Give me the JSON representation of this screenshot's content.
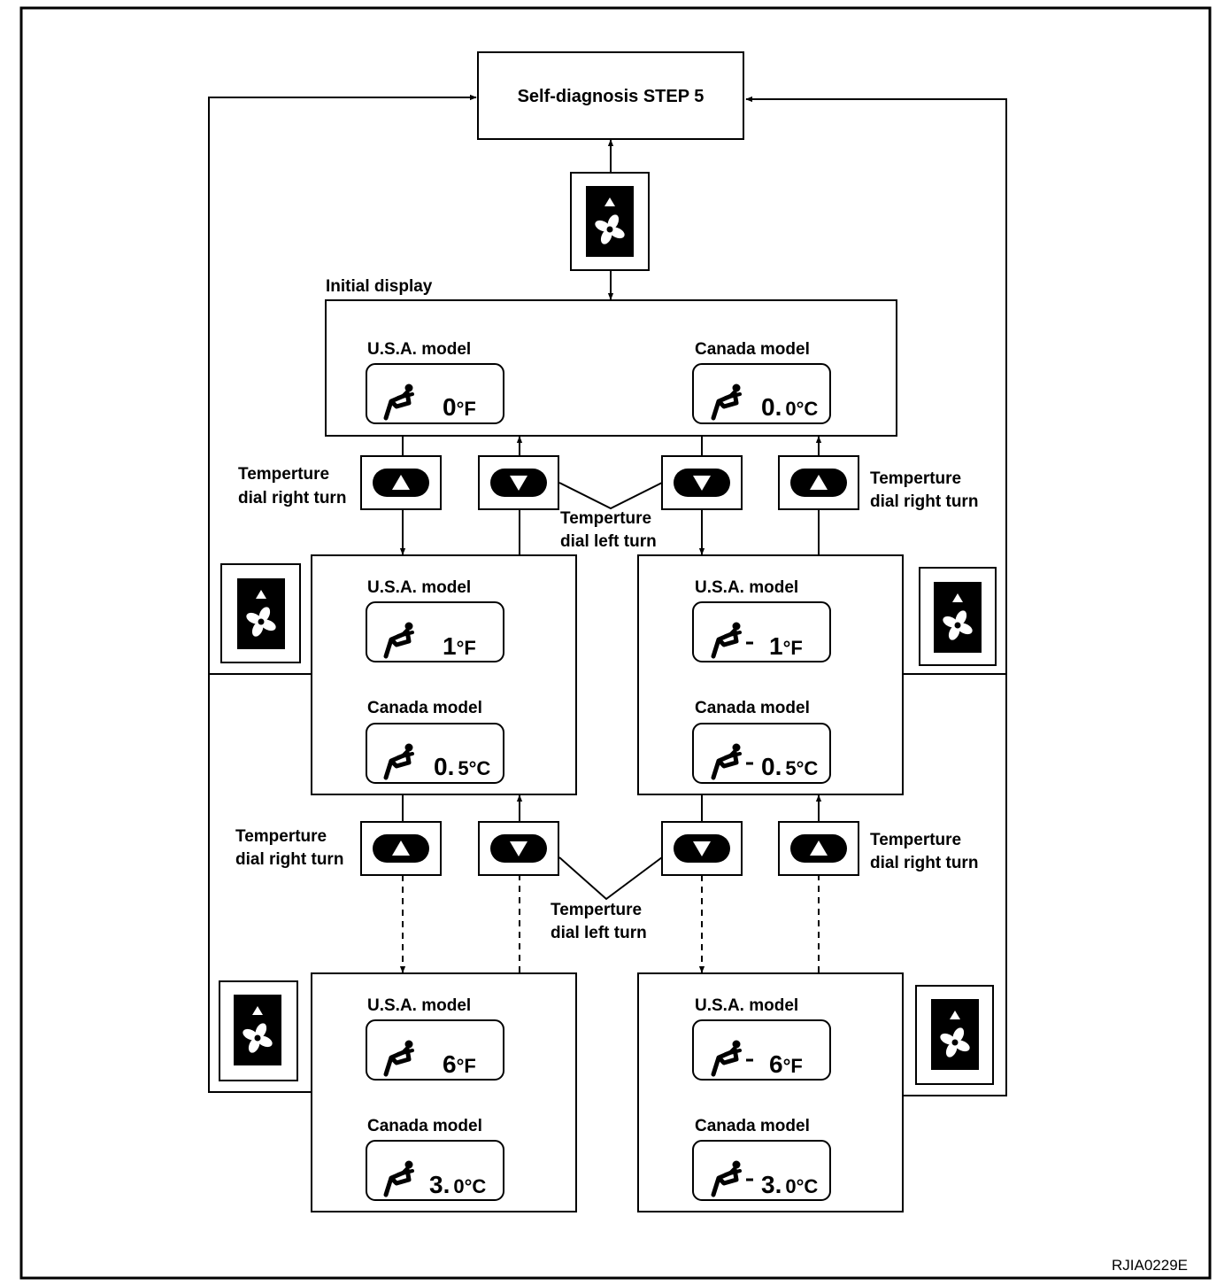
{
  "title": "Self-diagnosis STEP 5",
  "initial_display_label": "Initial display",
  "model_usa": "U.S.A. model",
  "model_canada": "Canada model",
  "dial_right_l1": "Temperture",
  "dial_right_l2": "dial right turn",
  "dial_left_l1": "Temperture",
  "dial_left_l2": "dial left turn",
  "figure_code": "RJIA0229E",
  "displays": {
    "init_usa": {
      "int": "0",
      "dec": "",
      "unit": "°F"
    },
    "init_can": {
      "int": "0.",
      "dec": "0",
      "unit": "°C"
    },
    "mid_l_usa": {
      "int": "1",
      "dec": "",
      "unit": "°F"
    },
    "mid_l_can": {
      "int": "0.",
      "dec": "5",
      "unit": "°C"
    },
    "mid_r_usa": {
      "int": "1",
      "dec": "",
      "unit": "°F"
    },
    "mid_r_can": {
      "int": "0.",
      "dec": "5",
      "unit": "°C"
    },
    "bot_l_usa": {
      "int": "6",
      "dec": "",
      "unit": "°F"
    },
    "bot_l_can": {
      "int": "3.",
      "dec": "0",
      "unit": "°C"
    },
    "bot_r_usa": {
      "int": "6",
      "dec": "",
      "unit": "°F"
    },
    "bot_r_can": {
      "int": "3.",
      "dec": "0",
      "unit": "°C"
    }
  },
  "icons": {
    "fan_button": "fan-up-button-icon",
    "temp_up": "triangle-up-button-icon",
    "temp_down": "triangle-down-button-icon",
    "seat": "seated-person-icon"
  }
}
